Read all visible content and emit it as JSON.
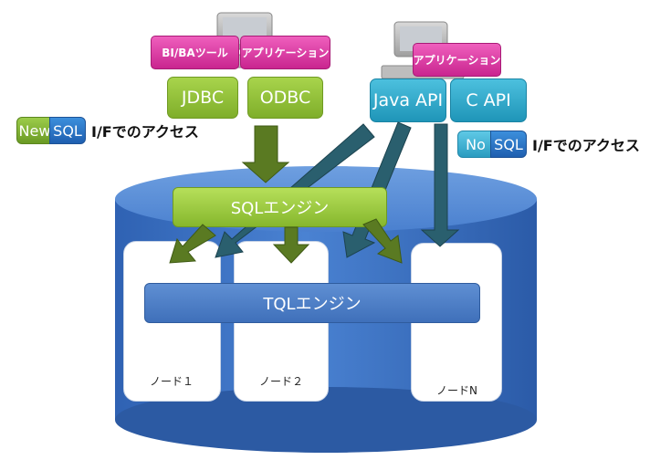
{
  "clients": {
    "left": {
      "tools": [
        "BI/BAツール",
        "アプリケーション"
      ],
      "interfaces": [
        "JDBC",
        "ODBC"
      ]
    },
    "right": {
      "tools": [
        "アプリケーション"
      ],
      "interfaces": [
        "Java API",
        "C API"
      ]
    }
  },
  "badges": {
    "newsql": {
      "prefix": "New",
      "sql": "SQL",
      "text": "I/Fでのアクセス"
    },
    "nosql": {
      "prefix": "No",
      "sql": "SQL",
      "text": "I/Fでのアクセス"
    }
  },
  "engines": {
    "sql": "SQLエンジン",
    "tql": "TQLエンジン"
  },
  "nodes": [
    "ノード１",
    "ノード２",
    "ノードN"
  ],
  "colors": {
    "cylinder": "#3d73c4",
    "arrow_green": "#5a7a22",
    "arrow_teal": "#2a5f6e"
  },
  "icons": [
    "computer-icon",
    "computer-icon"
  ]
}
